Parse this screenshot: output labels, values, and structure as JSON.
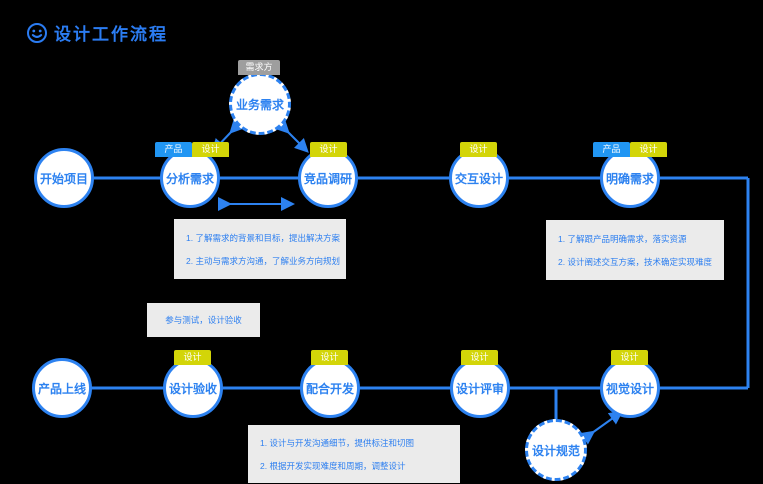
{
  "title": {
    "icon": "smiley-icon",
    "text": "设计工作流程"
  },
  "nodes": [
    {
      "id": "start-project",
      "label": "开始项目",
      "tags": []
    },
    {
      "id": "analyze-requirements",
      "label": "分析需求",
      "tags": [
        "产品",
        "设计"
      ]
    },
    {
      "id": "competitor-research",
      "label": "竞品调研",
      "tags": [
        "设计"
      ]
    },
    {
      "id": "interaction-design",
      "label": "交互设计",
      "tags": [
        "设计"
      ]
    },
    {
      "id": "clarify-requirements",
      "label": "明确需求",
      "tags": [
        "产品",
        "设计"
      ]
    },
    {
      "id": "business-requirements",
      "label": "业务需求",
      "tags": [
        "需求方"
      ]
    },
    {
      "id": "product-launch",
      "label": "产品上线",
      "tags": []
    },
    {
      "id": "design-acceptance",
      "label": "设计验收",
      "tags": [
        "设计"
      ]
    },
    {
      "id": "develop-support",
      "label": "配合开发",
      "tags": [
        "设计"
      ]
    },
    {
      "id": "design-review",
      "label": "设计评审",
      "tags": [
        "设计"
      ]
    },
    {
      "id": "visual-design",
      "label": "视觉设计",
      "tags": [
        "设计"
      ]
    },
    {
      "id": "design-specification",
      "label": "设计规范",
      "tags": []
    }
  ],
  "notes": [
    {
      "id": "note-analyze",
      "lines": [
        "1. 了解需求的背景和目标，提出解决方案",
        "2. 主动与需求方沟通，了解业务方向规划"
      ]
    },
    {
      "id": "note-clarify",
      "lines": [
        "1. 了解跟产品明确需求，落实资源",
        "2. 设计阐述交互方案，技术确定实现难度"
      ]
    },
    {
      "id": "note-acceptance",
      "lines": [
        "参与测试，设计验收"
      ]
    },
    {
      "id": "note-develop",
      "lines": [
        "1. 设计与开发沟通细节，提供标注和切图",
        "2. 根据开发实现难度和周期，调整设计"
      ]
    }
  ],
  "colors": {
    "background": "#000000",
    "accent_blue": "#2d82f0",
    "node_fill": "#ffffff",
    "tag_product_bg": "#2196f3",
    "tag_design_bg": "#d3d508",
    "tag_demand_bg": "#9e9e9e",
    "note_bg": "#ebebeb",
    "note_text": "#2d7ff0",
    "title_text": "#2b7cf2"
  }
}
